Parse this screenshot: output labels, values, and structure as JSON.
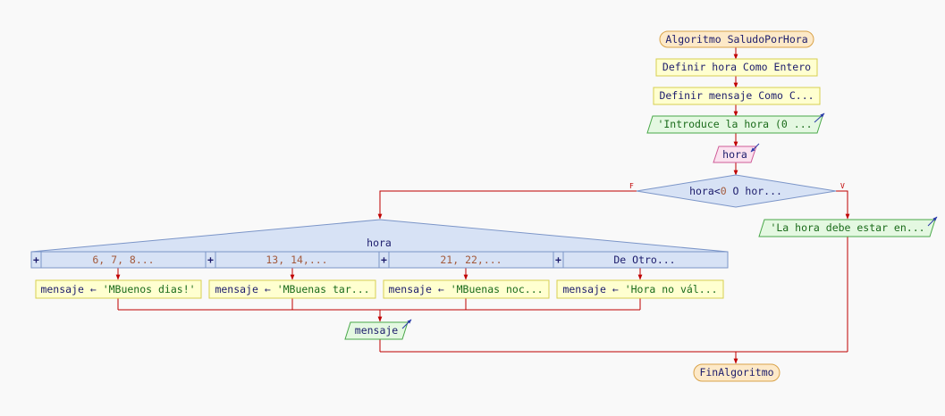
{
  "diagram": {
    "colors": {
      "flow": "#c00000",
      "text": "#1c1c6c",
      "number": "#a35a3c",
      "string": "#1a6b1a",
      "terminal_fill": "#fde9c8",
      "terminal_stroke": "#d9a34a",
      "process_fill": "#ffffd0",
      "process_stroke": "#d7cf50",
      "output_fill": "#e4f8e1",
      "output_stroke": "#49a849",
      "input_fill": "#fbe2ef",
      "input_stroke": "#cf5d98",
      "decision_fill": "#d7e2f5",
      "decision_stroke": "#7b95c8",
      "io_arrow": "#2a3aa8"
    },
    "start": "Algoritmo SaludoPorHora",
    "define_hora": "Definir hora Como Entero",
    "define_mensaje": "Definir mensaje Como C...",
    "prompt": "'Introduce la hora (0 ...",
    "read_hora": "hora",
    "decision": {
      "label_prefix": "hora<",
      "label_number": "0",
      "label_suffix": " O hor...",
      "false_label": "F",
      "true_label": "V"
    },
    "error_output": "'La hora debe estar en...",
    "switch": {
      "variable": "hora",
      "plus": "+",
      "cases": [
        {
          "label": "6, 7, 8...",
          "assignment_prefix": "mensaje ← ",
          "assignment_value": "'MBuenos dias!'"
        },
        {
          "label": "13, 14,...",
          "assignment_prefix": "mensaje ← ",
          "assignment_value": "'MBuenas tar..."
        },
        {
          "label": "21, 22,...",
          "assignment_prefix": "mensaje ← ",
          "assignment_value": "'MBuenas noc..."
        },
        {
          "label": "De Otro...",
          "assignment_prefix": "mensaje ← ",
          "assignment_value": "'Hora no vál..."
        }
      ]
    },
    "final_output": "mensaje",
    "end": "FinAlgoritmo"
  }
}
